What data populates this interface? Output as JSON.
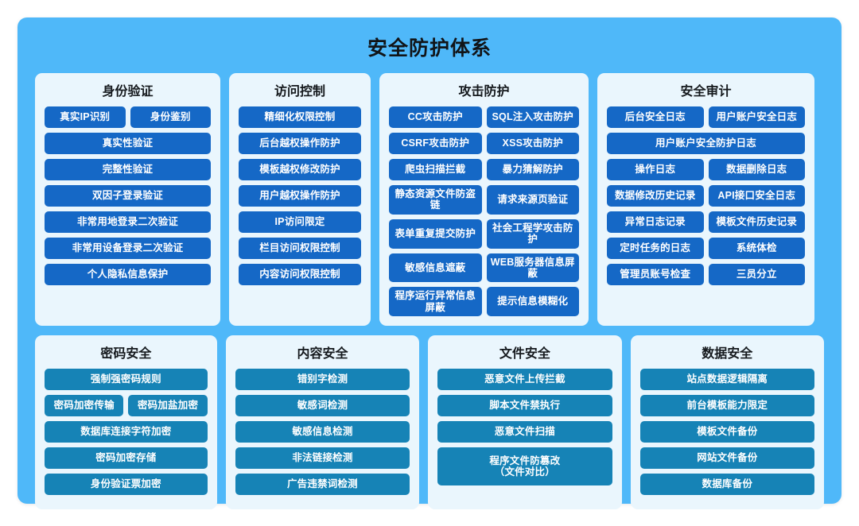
{
  "board": {
    "title": "安全防护体系",
    "background_color": "#4FB8F9",
    "panel_color": "#EAF6FD",
    "item_color_top": "#1568C6",
    "item_color_bottom": "#1683B6"
  },
  "rows": [
    {
      "id": "row-top",
      "panels": [
        {
          "id": "identity",
          "title": "身份验证",
          "items": [
            {
              "label": "真实IP识别",
              "span": "half"
            },
            {
              "label": "身份鉴别",
              "span": "half"
            },
            {
              "label": "真实性验证",
              "span": "full"
            },
            {
              "label": "完整性验证",
              "span": "full"
            },
            {
              "label": "双因子登录验证",
              "span": "full"
            },
            {
              "label": "非常用地登录二次验证",
              "span": "full"
            },
            {
              "label": "非常用设备登录二次验证",
              "span": "full"
            },
            {
              "label": "个人隐私信息保护",
              "span": "full"
            }
          ]
        },
        {
          "id": "access-control",
          "title": "访问控制",
          "items": [
            {
              "label": "精细化权限控制",
              "span": "full"
            },
            {
              "label": "后台越权操作防护",
              "span": "full"
            },
            {
              "label": "模板越权修改防护",
              "span": "full"
            },
            {
              "label": "用户越权操作防护",
              "span": "full"
            },
            {
              "label": "IP访问限定",
              "span": "full"
            },
            {
              "label": "栏目访问权限控制",
              "span": "full"
            },
            {
              "label": "内容访问权限控制",
              "span": "full"
            }
          ]
        },
        {
          "id": "attack-protection",
          "title": "攻击防护",
          "items": [
            {
              "label": "CC攻击防护",
              "span": "half"
            },
            {
              "label": "SQL注入攻击防护",
              "span": "half"
            },
            {
              "label": "CSRF攻击防护",
              "span": "half"
            },
            {
              "label": "XSS攻击防护",
              "span": "half"
            },
            {
              "label": "爬虫扫描拦截",
              "span": "half"
            },
            {
              "label": "暴力猜解防护",
              "span": "half"
            },
            {
              "label": "静态资源文件防盗链",
              "span": "half"
            },
            {
              "label": "请求来源页验证",
              "span": "half"
            },
            {
              "label": "表单重复提交防护",
              "span": "half"
            },
            {
              "label": "社会工程学攻击防护",
              "span": "half"
            },
            {
              "label": "敏感信息遮蔽",
              "span": "half"
            },
            {
              "label": "WEB服务器信息屏蔽",
              "span": "half"
            },
            {
              "label": "程序运行异常信息屏蔽",
              "span": "half"
            },
            {
              "label": "提示信息模糊化",
              "span": "half"
            }
          ]
        },
        {
          "id": "security-audit",
          "title": "安全审计",
          "items": [
            {
              "label": "后台安全日志",
              "span": "half"
            },
            {
              "label": "用户账户安全日志",
              "span": "half"
            },
            {
              "label": "用户账户安全防护日志",
              "span": "full"
            },
            {
              "label": "操作日志",
              "span": "half"
            },
            {
              "label": "数据删除日志",
              "span": "half"
            },
            {
              "label": "数据修改历史记录",
              "span": "half"
            },
            {
              "label": "API接口安全日志",
              "span": "half"
            },
            {
              "label": "异常日志记录",
              "span": "half"
            },
            {
              "label": "模板文件历史记录",
              "span": "half"
            },
            {
              "label": "定时任务的日志",
              "span": "half"
            },
            {
              "label": "系统体检",
              "span": "half"
            },
            {
              "label": "管理员账号检查",
              "span": "half"
            },
            {
              "label": "三员分立",
              "span": "half"
            }
          ]
        }
      ]
    },
    {
      "id": "row-bottom",
      "panels": [
        {
          "id": "password-security",
          "title": "密码安全",
          "items": [
            {
              "label": "强制强密码规则",
              "span": "full"
            },
            {
              "label": "密码加密传输",
              "span": "half"
            },
            {
              "label": "密码加盐加密",
              "span": "half"
            },
            {
              "label": "数据库连接字符加密",
              "span": "full"
            },
            {
              "label": "密码加密存储",
              "span": "full"
            },
            {
              "label": "身份验证票加密",
              "span": "full"
            }
          ]
        },
        {
          "id": "content-security",
          "title": "内容安全",
          "items": [
            {
              "label": "错别字检测",
              "span": "full"
            },
            {
              "label": "敏感词检测",
              "span": "full"
            },
            {
              "label": "敏感信息检测",
              "span": "full"
            },
            {
              "label": "非法链接检测",
              "span": "full"
            },
            {
              "label": "广告违禁词检测",
              "span": "full"
            }
          ]
        },
        {
          "id": "file-security",
          "title": "文件安全",
          "items": [
            {
              "label": "恶意文件上传拦截",
              "span": "full"
            },
            {
              "label": "脚本文件禁执行",
              "span": "full"
            },
            {
              "label": "恶意文件扫描",
              "span": "full"
            },
            {
              "label": "程序文件防篡改\n（文件对比）",
              "span": "full",
              "tall": true
            }
          ]
        },
        {
          "id": "data-security",
          "title": "数据安全",
          "items": [
            {
              "label": "站点数据逻辑隔离",
              "span": "full"
            },
            {
              "label": "前台模板能力限定",
              "span": "full"
            },
            {
              "label": "模板文件备份",
              "span": "full"
            },
            {
              "label": "网站文件备份",
              "span": "full"
            },
            {
              "label": "数据库备份",
              "span": "full"
            }
          ]
        }
      ]
    }
  ]
}
